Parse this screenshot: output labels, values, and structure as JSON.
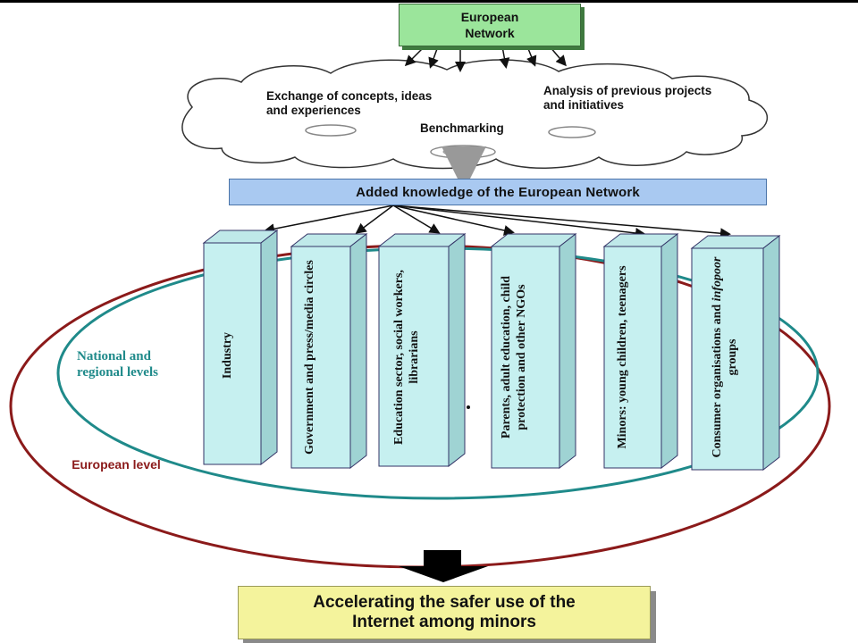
{
  "top_box": {
    "label": "European Network"
  },
  "cloud": {
    "exchange": "Exchange of concepts, ideas and experiences",
    "analysis": "Analysis of previous projects and initiatives",
    "benchmarking": "Benchmarking"
  },
  "knowledge_bar": {
    "label": "Added knowledge of the European Network"
  },
  "columns": [
    {
      "label": "Industry"
    },
    {
      "label": "Government and press/media circles"
    },
    {
      "label": "Education sector, social workers, librarians"
    },
    {
      "label": "Parents, adult education, child protection and other NGOs"
    },
    {
      "label": "Minors: young children, teenagers"
    },
    {
      "label_prefix": "Consumer organisations and ",
      "label_italic": "infopoor",
      "label_suffix": " groups"
    }
  ],
  "levels": {
    "national": "National and regional levels",
    "european": "European level"
  },
  "result_box": {
    "label": "Accelerating the safer use of the Internet among minors"
  },
  "colors": {
    "european_ring": "#8b1a1a",
    "national_ring": "#1f8a8a",
    "column_front": "#c6f0f0",
    "column_side": "#9fd3d3",
    "green_box": "#9be59b",
    "blue_bar": "#a9c9f1",
    "yellow_box": "#f4f39c"
  }
}
